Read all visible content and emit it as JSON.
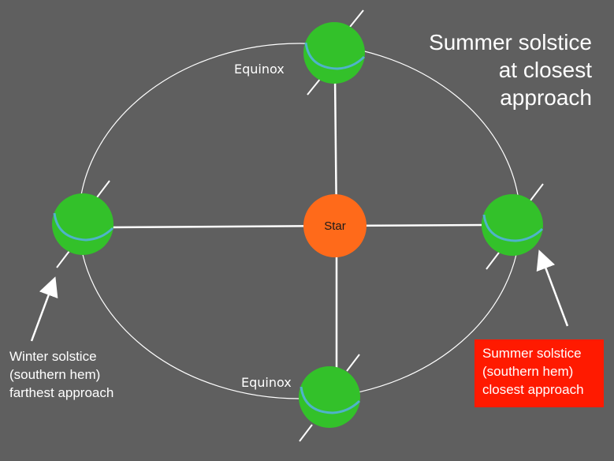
{
  "title_lines": [
    "Summer solstice",
    "at closest",
    "approach"
  ],
  "star": {
    "label": "Star",
    "color": "#ff6a1a"
  },
  "equinox_top": "Equinox",
  "equinox_bottom": "Equinox",
  "winter_label": [
    "Winter  solstice",
    "(southern hem)",
    "farthest approach"
  ],
  "summer_label": [
    "Summer solstice",
    "(southern hem)",
    "closest approach"
  ],
  "colors": {
    "background": "#5f5f5f",
    "planet": "#33c12a",
    "equator": "#4fb3c9",
    "orbit": "#ffffff",
    "highlight_box": "#ff1a00"
  }
}
